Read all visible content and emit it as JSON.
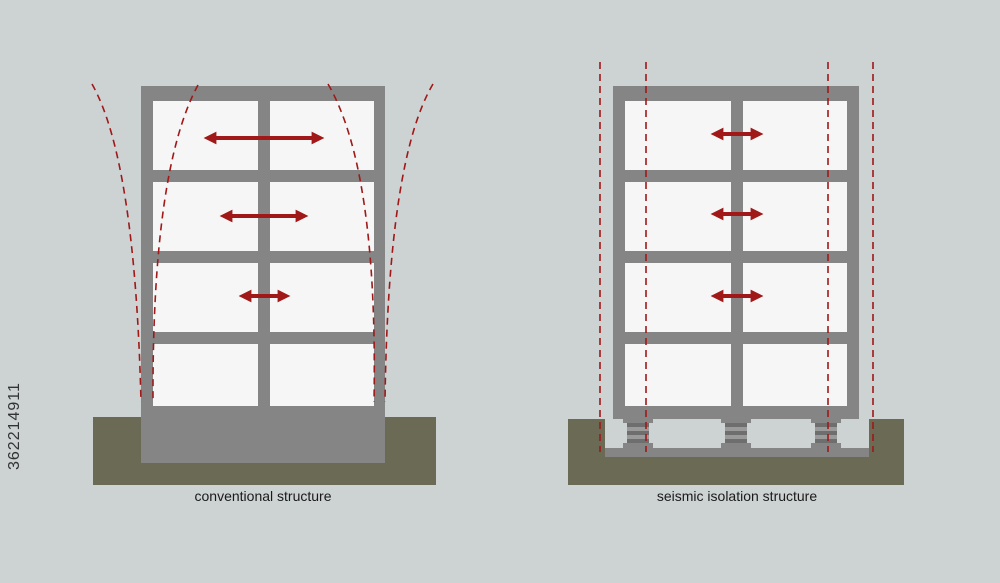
{
  "colors": {
    "background": "#cdd2d3",
    "ground": "#6b6a55",
    "frame": "#858585",
    "room": "#f6f6f6",
    "arrow": "#a01818",
    "isolator": "#8c8c8c"
  },
  "diagrams": [
    {
      "id": "conventional",
      "caption": "conventional structure",
      "story_arrow_magnitudes": [
        1.0,
        0.8,
        0.5
      ],
      "drift_lines": "curved",
      "isolators": 0
    },
    {
      "id": "isolated",
      "caption": "seismic isolation structure",
      "story_arrow_magnitudes": [
        0.5,
        0.5,
        0.5
      ],
      "drift_lines": "straight-vertical",
      "isolators": 3
    }
  ],
  "side_id": "362214911"
}
